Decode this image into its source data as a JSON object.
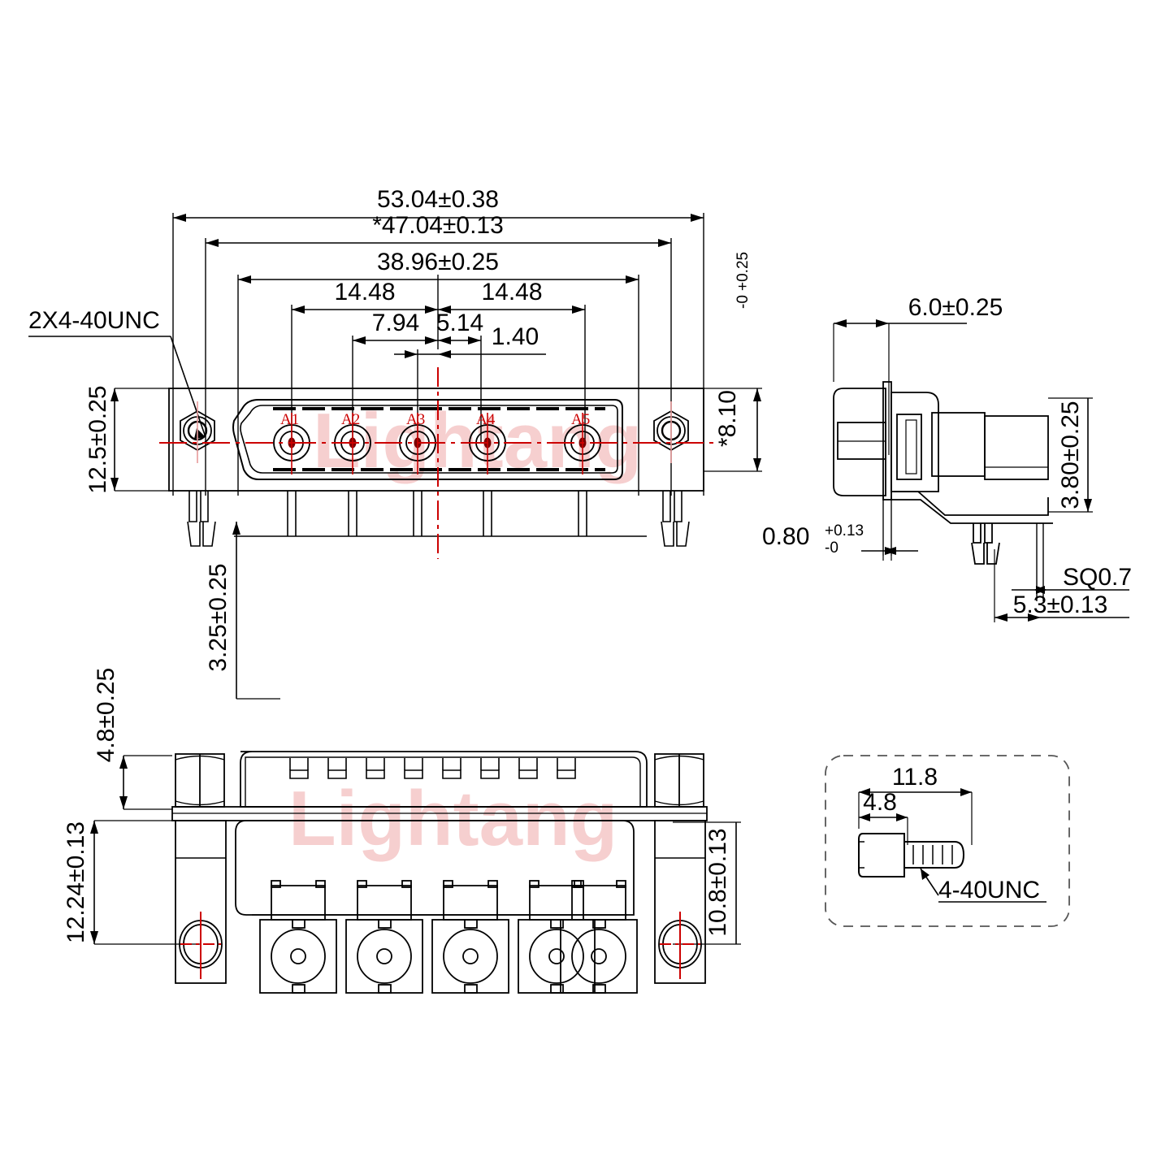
{
  "drawing": {
    "title": "5W5 D-SUB coaxial connector mechanical drawing",
    "watermark": "Lightang",
    "watermark_color": "#f6cfcf",
    "line_color": "#000000",
    "centerline_color": "#cc0000",
    "background": "#ffffff"
  },
  "front_view": {
    "name": "front-view",
    "dimensions": {
      "overall_width": "53.04±0.38",
      "flange_hole_span": "*47.04±0.13",
      "body_width": "38.96±0.25",
      "left_pin_span": "14.48",
      "right_pin_span": "14.48",
      "pin_a2_to_center": "7.94",
      "center_to_a4": "5.14",
      "small_offset": "1.40",
      "height_to_center": "12.5±0.25",
      "flange_to_pin_row": "*8.10",
      "flange_to_pin_row_tol_up": "+0.25",
      "flange_to_pin_row_tol_dn": "-0",
      "body_to_board": "3.25±0.25",
      "jackscrew_thread": "2X4-40UNC"
    },
    "pins": [
      {
        "label": "A1"
      },
      {
        "label": "A2"
      },
      {
        "label": "A3"
      },
      {
        "label": "A4"
      },
      {
        "label": "A5"
      }
    ]
  },
  "side_view": {
    "name": "side-view",
    "dimensions": {
      "depth": "6.0±0.25",
      "flange_thickness": "0.80",
      "flange_thickness_tol_up": "+0.13",
      "flange_thickness_tol_dn": "-0",
      "pin_height": "3.80±0.25",
      "pin_cross_section": "SQ0.7",
      "pin_pitch_offset": "5.3±0.13"
    }
  },
  "bottom_view": {
    "name": "bottom-view",
    "dimensions": {
      "nut_height": "4.8±0.25",
      "left_hole_to_edge": "12.24±0.13",
      "right_hole_to_edge": "10.8±0.13"
    }
  },
  "screw_detail": {
    "name": "jackscrew-detail",
    "dimensions": {
      "overall_length": "11.8",
      "head_length": "4.8",
      "thread_spec": "4-40UNC"
    }
  }
}
